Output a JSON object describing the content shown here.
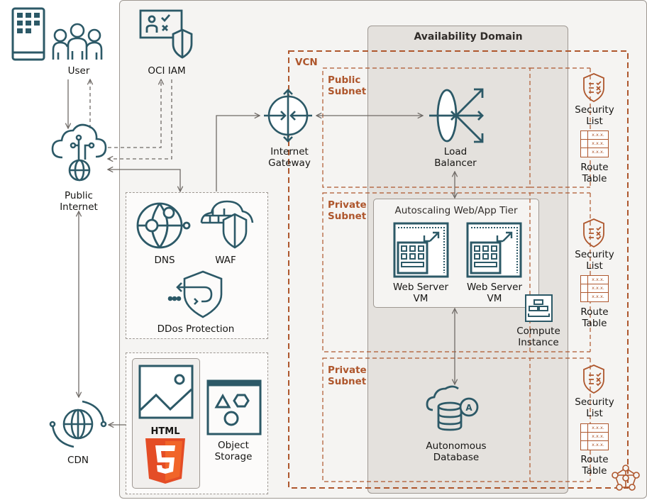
{
  "diagram": {
    "title": "OCI web application architecture",
    "colors": {
      "icon_teal": "#2c5967",
      "oracle_orange": "#ae562c",
      "region_bg": "#f5f4f2",
      "availability_domain_bg": "#e4e1dd",
      "connector_gray": "#6f6a66",
      "html5_orange": "#e44d26"
    },
    "availability_domain": {
      "label": "Availability Domain"
    },
    "vcn": {
      "label": "VCN"
    },
    "subnets": [
      {
        "label_line1": "Public",
        "label_line2": "Subnet"
      },
      {
        "label_line1": "Private",
        "label_line2": "Subnet"
      },
      {
        "label_line1": "Private",
        "label_line2": "Subnet"
      }
    ],
    "external": {
      "user": {
        "label": "User",
        "icon": "user-group-icon"
      },
      "device": {
        "icon": "mobile-device-icon"
      },
      "public_internet": {
        "line1": "Public",
        "line2": "Internet",
        "icon": "cloud-globe-icon"
      },
      "cdn": {
        "label": "CDN",
        "icon": "cdn-globe-icon"
      }
    },
    "services": {
      "oci_iam": {
        "label": "OCI IAM",
        "icon": "iam-shield-icon"
      },
      "internet_gateway": {
        "line1": "Internet",
        "line2": "Gateway",
        "icon": "gateway-icon"
      },
      "load_balancer": {
        "line1": "Load",
        "line2": "Balancer",
        "icon": "load-balancer-icon"
      },
      "dns": {
        "label": "DNS",
        "icon": "dns-globe-icon"
      },
      "waf": {
        "label": "WAF",
        "icon": "waf-firewall-icon"
      },
      "ddos": {
        "label": "DDos Protection",
        "icon": "ddos-shield-icon"
      },
      "html": {
        "label": "HTML",
        "icon": "html5-icon"
      },
      "object_storage": {
        "line1": "Object",
        "line2": "Storage",
        "icon": "object-storage-icon"
      },
      "autoscaling_tier": {
        "label": "Autoscaling Web/App Tier"
      },
      "web_servers": [
        {
          "line1": "Web Server",
          "line2": "VM"
        },
        {
          "line1": "Web Server",
          "line2": "VM"
        }
      ],
      "compute_instance": {
        "line1": "Compute",
        "line2": "Instance"
      },
      "autonomous_db": {
        "line1": "Autonomous",
        "line2": "Database"
      }
    },
    "subnet_resources": [
      {
        "security_line1": "Security",
        "security_line2": "List",
        "route_line1": "Route",
        "route_line2": "Table"
      },
      {
        "security_line1": "Security",
        "security_line2": "List",
        "route_line1": "Route",
        "route_line2": "Table"
      },
      {
        "security_line1": "Security",
        "security_line2": "List",
        "route_line1": "Route",
        "route_line2": "Table"
      }
    ],
    "route_table_cell_text": "x.x.x."
  }
}
